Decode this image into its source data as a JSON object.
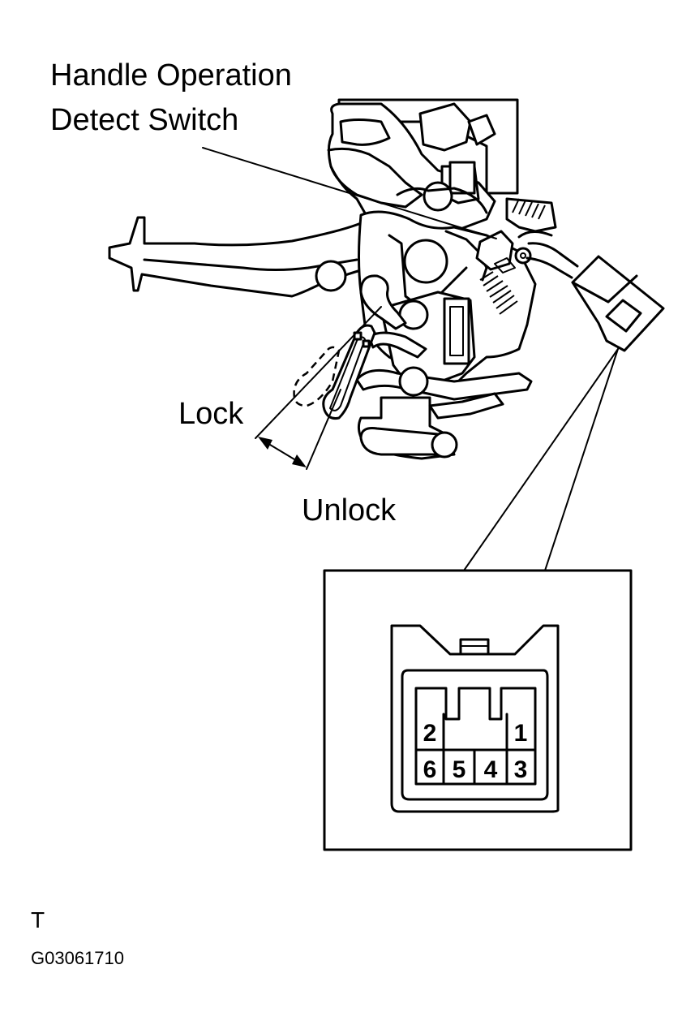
{
  "labels": {
    "switch_line1": "Handle Operation",
    "switch_line2": "Detect Switch",
    "lock": "Lock",
    "unlock": "Unlock",
    "corner_mark": "T",
    "figure_code": "G03061710"
  },
  "connector": {
    "pins_top": [
      "2",
      "1"
    ],
    "pins_bottom": [
      "6",
      "5",
      "4",
      "3"
    ]
  }
}
